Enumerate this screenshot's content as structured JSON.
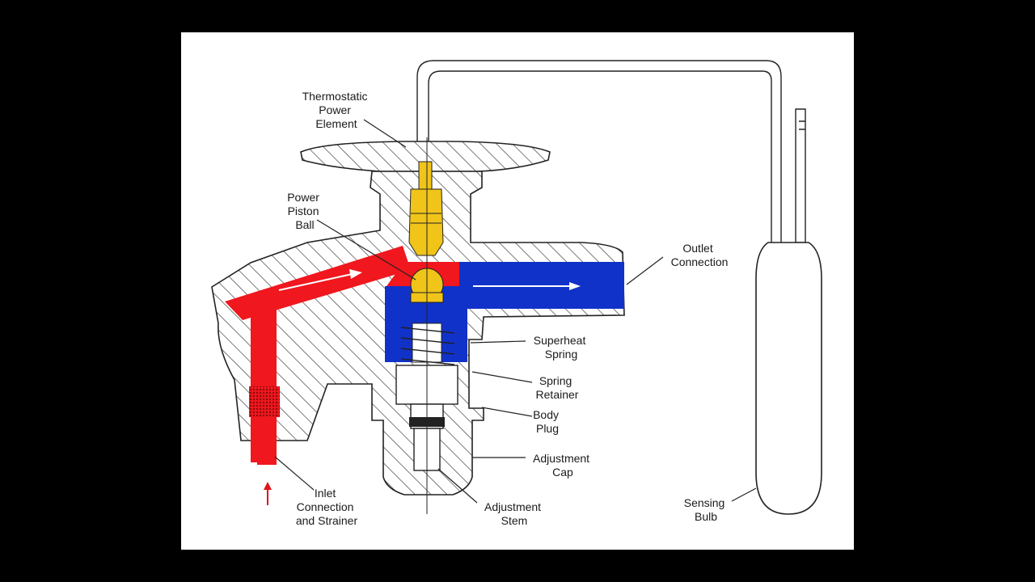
{
  "diagram": {
    "colors": {
      "background": "#000000",
      "panel": "#ffffff",
      "high_pressure": "#f0171e",
      "low_pressure": "#1132c8",
      "pin": "#f0c419",
      "outline": "#222222"
    },
    "labels": {
      "thermostatic_power_element": [
        "Thermostatic",
        "Power",
        "Element"
      ],
      "power_piston_ball": [
        "Power",
        "Piston",
        "Ball"
      ],
      "outlet_connection": [
        "Outlet",
        "Connection"
      ],
      "superheat_spring": [
        "Superheat",
        "Spring"
      ],
      "spring_retainer": [
        "Spring",
        "Retainer"
      ],
      "body_plug": [
        "Body",
        "Plug"
      ],
      "adjustment_cap": [
        "Adjustment",
        "Cap"
      ],
      "adjustment_stem": [
        "Adjustment",
        "Stem"
      ],
      "inlet_connection": [
        "Inlet",
        "Connection",
        "and Strainer"
      ],
      "sensing_bulb": [
        "Sensing",
        "Bulb"
      ]
    }
  }
}
